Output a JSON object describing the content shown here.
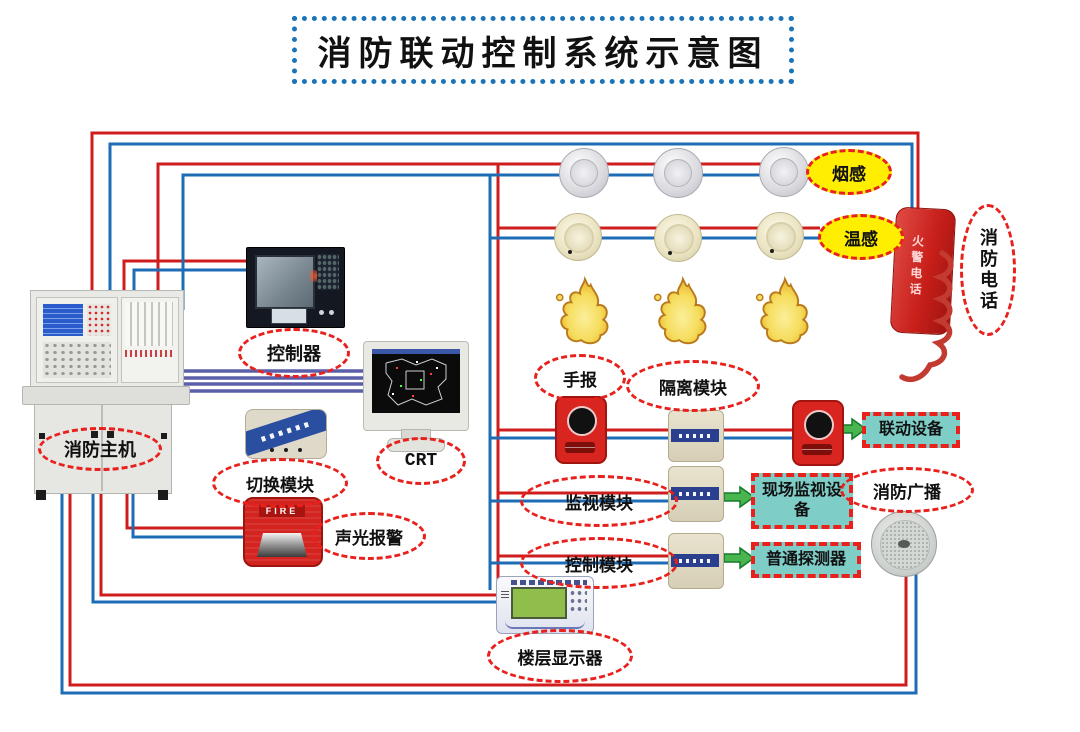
{
  "title": "消防联动控制系统示意图",
  "colors": {
    "wire_red": "#cf1d1d",
    "wire_blue": "#1e6cb5",
    "crt_bundle_purple": "#5b5fa8",
    "label_dash_red": "#e8211c",
    "sensor_label_yellow": "#ffee00",
    "equipment_box_teal": "#7fcdc7",
    "arrow_green": "#49b54f",
    "title_border_blue": "#1b74b8"
  },
  "labels": {
    "main_console": "消防主机",
    "controller": "控制器",
    "crt": "CRT",
    "switch_module": "切换模块",
    "sound_light_alarm": "声光报警",
    "smoke_sensor": "烟感",
    "heat_sensor": "温感",
    "manual_call_point": "手报",
    "isolation_module": "隔离模块",
    "monitor_module": "监视模块",
    "control_module": "控制模块",
    "linkage_equipment": "联动设备",
    "site_monitoring_equipment": "现场监视设备",
    "ordinary_detector": "普通探测器",
    "fire_broadcast": "消防广播",
    "fire_phone": "消防电话",
    "floor_display": "楼层显示器"
  },
  "device_texts": {
    "strobe_fire": "FIRE",
    "phone_body": "火警电话"
  }
}
